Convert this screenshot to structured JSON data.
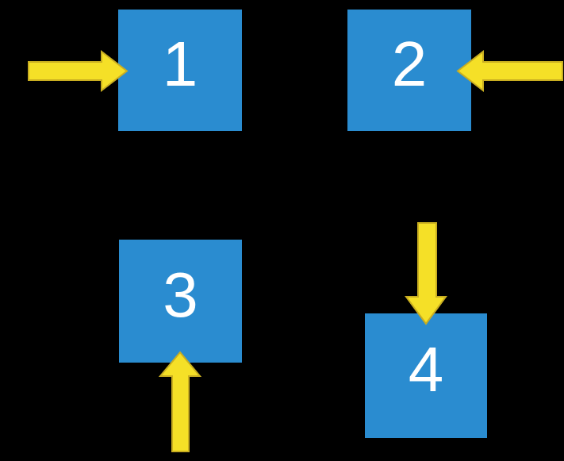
{
  "diagram": {
    "title": "numbered-squares-with-arrows",
    "background_color": "#000000",
    "shape_fill_color": "#2A8CD0",
    "arrow_fill_color": "#F5E027",
    "arrow_outline_color": "#C9AE21",
    "label_color": "#FFFFFF",
    "squares": [
      {
        "label": "1",
        "arrow_icon": "arrow-right-icon",
        "arrow_points_at": "left-side-of-square-1"
      },
      {
        "label": "2",
        "arrow_icon": "arrow-left-icon",
        "arrow_points_at": "right-side-of-square-2"
      },
      {
        "label": "3",
        "arrow_icon": "arrow-up-icon",
        "arrow_points_at": "bottom-side-of-square-3"
      },
      {
        "label": "4",
        "arrow_icon": "arrow-down-icon",
        "arrow_points_at": "top-side-of-square-4"
      }
    ]
  }
}
